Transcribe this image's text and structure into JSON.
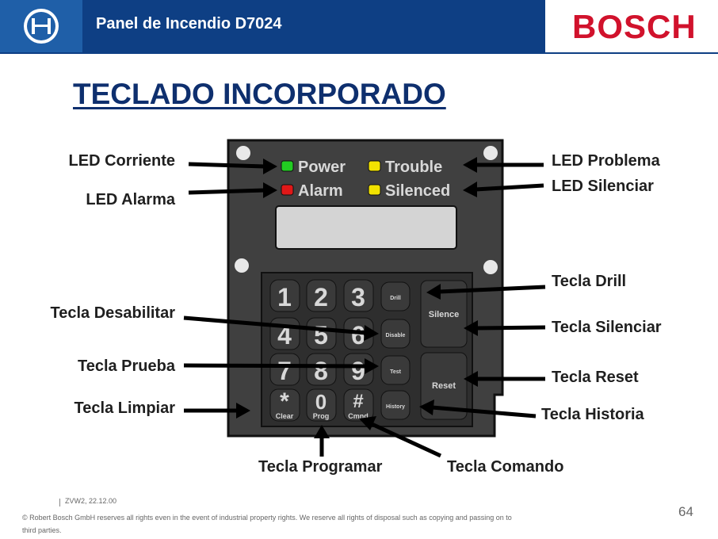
{
  "header": {
    "title": "Panel de Incendio D7024",
    "brand": "BOSCH",
    "logo_icon": "bosch-armature-icon"
  },
  "slide": {
    "title": "TECLADO INCORPORADO"
  },
  "panel": {
    "led_labels": {
      "power": "Power",
      "trouble": "Trouble",
      "alarm": "Alarm",
      "silenced": "Silenced"
    },
    "keys": {
      "k1": "1",
      "k2": "2",
      "k3": "3",
      "k4": "4",
      "k5": "5",
      "k6": "6",
      "k7": "7",
      "k8": "8",
      "k9": "9",
      "star": "*",
      "zero": "0",
      "hash": "#",
      "clear": "Clear",
      "prog": "Prog",
      "cmnd": "Cmnd",
      "drill": "Drill",
      "disable": "Disable",
      "test": "Test",
      "history": "History",
      "silence": "Silence",
      "reset": "Reset"
    },
    "colors": {
      "power": "#22cc22",
      "trouble": "#f2e200",
      "alarm": "#e01818",
      "silenced": "#f2e200"
    }
  },
  "callouts": {
    "led_corriente": "LED Corriente",
    "led_alarma": "LED Alarma",
    "led_problema": "LED Problema",
    "led_silenciar": "LED Silenciar",
    "tecla_drill": "Tecla Drill",
    "tecla_silenciar": "Tecla Silenciar",
    "tecla_reset": "Tecla Reset",
    "tecla_historia": "Tecla Historia",
    "tecla_desabilitar": "Tecla Desabilitar",
    "tecla_prueba": "Tecla Prueba",
    "tecla_limpiar": "Tecla Limpiar",
    "tecla_programar": "Tecla Programar",
    "tecla_comando": "Tecla Comando"
  },
  "footer": {
    "date": "ZVW2, 22.12.00",
    "copyright": "© Robert Bosch GmbH reserves all rights even in the event of industrial property rights. We reserve all rights of disposal such as copying and passing on to third parties.",
    "page": "64"
  }
}
